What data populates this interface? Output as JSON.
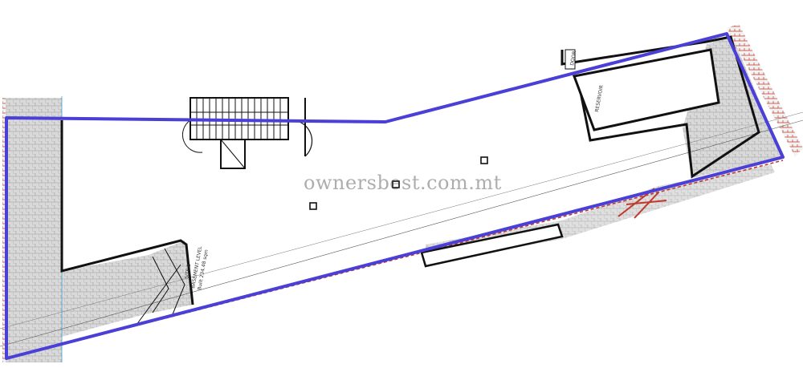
{
  "drawing": {
    "type": "architectural floor plan",
    "outline_color": "#4a3fd6",
    "wall_color": "#111111",
    "boundary_color": "#c0392b",
    "hatch_color": "#bdbdbd"
  },
  "labels": {
    "watermark": "ownersbest.com.mt",
    "receptacle": "RESERVOIR",
    "door": "DOOR",
    "site_note_line1": "SITE B",
    "site_note_line2": "BASEMENT LEVEL",
    "site_note_line3": "Built 234.48 sqm"
  },
  "icons": {
    "staircase": "stairs-icon",
    "column": "column-marker-icon"
  }
}
